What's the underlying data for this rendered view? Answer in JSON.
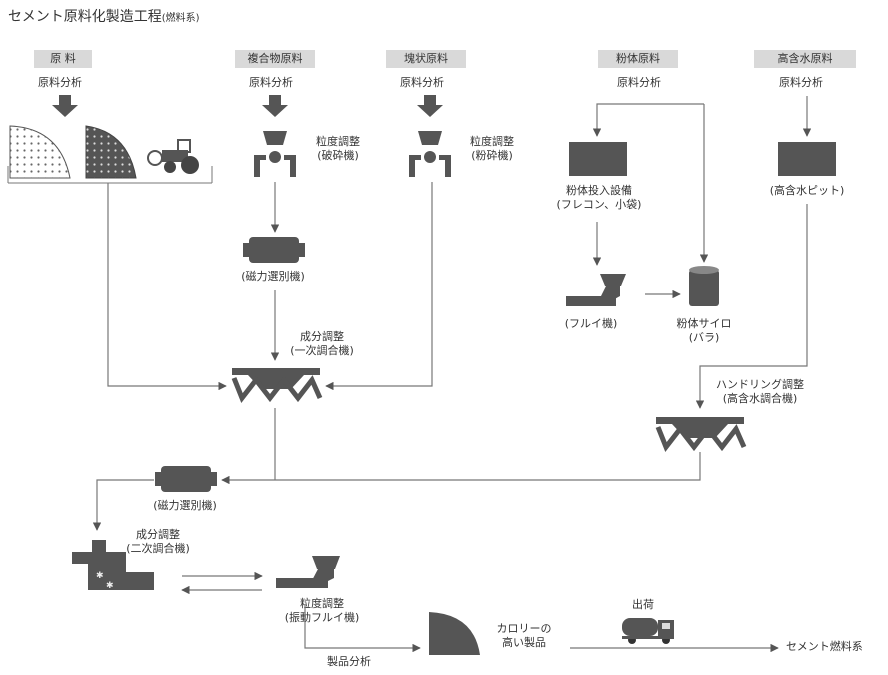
{
  "title": "セメント原料化製造工程",
  "subtitle": "(燃料系)",
  "headers": {
    "raw": "原 料",
    "composite": "複合物原料",
    "lump": "塊状原料",
    "powder": "粉体原料",
    "high_water": "高含水原料"
  },
  "labels": {
    "analysis_1": "原料分析",
    "analysis_2": "原料分析",
    "analysis_3": "原料分析",
    "analysis_4": "原料分析",
    "analysis_5": "原料分析",
    "crusher_1": "粒度調整",
    "crusher_2": "(破砕機)",
    "pulverizer_1": "粒度調整",
    "pulverizer_2": "(粉砕機)",
    "powder_input_1": "粉体投入設備",
    "powder_input_2": "(フレコン、小袋)",
    "pit": "(高含水ピット)",
    "magnet_1": "(磁力選別機)",
    "sieve": "(フルイ機)",
    "silo_1": "粉体サイロ",
    "silo_2": "(バラ)",
    "mix1_1": "成分調整",
    "mix1_2": "(一次調合機)",
    "handling_1": "ハンドリング調整",
    "handling_2": "(高含水調合機)",
    "magnet_2": "(磁力選別機)",
    "mix2_1": "成分調整",
    "mix2_2": "(二次調合機)",
    "vib_1": "粒度調整",
    "vib_2": "(振動フルイ機)",
    "product_analysis": "製品分析",
    "calorie_1": "カロリーの",
    "calorie_2": "高い製品",
    "shipping": "出荷",
    "final": "セメント燃料系"
  }
}
